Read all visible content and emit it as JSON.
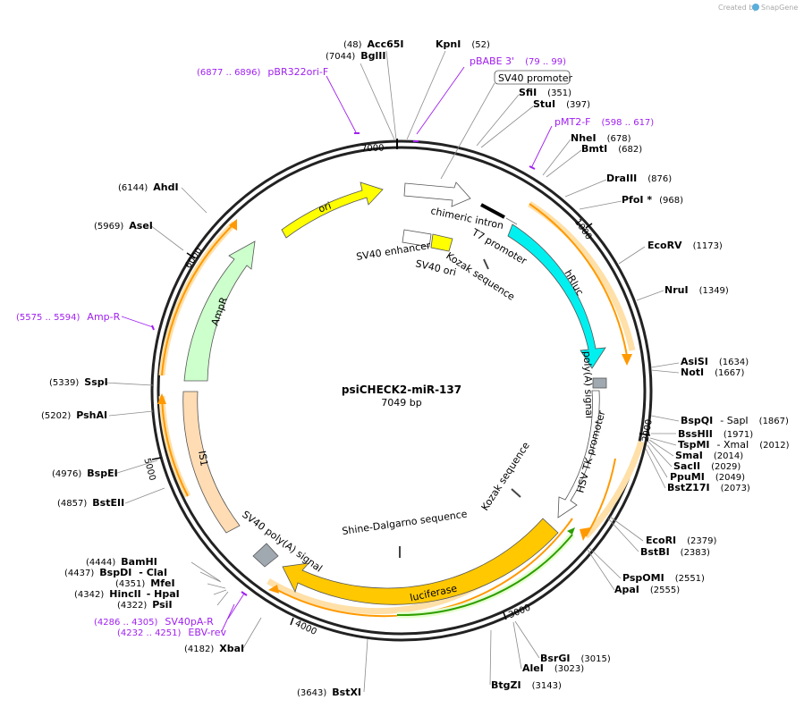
{
  "header": {
    "created_by": "Created by",
    "app_name": "SnapGene"
  },
  "plasmid": {
    "name": "psiCHECK2-miR-137",
    "size_label": "7049 bp"
  },
  "colors": {
    "backbone": "#222222",
    "hrluc": "#00f0f0",
    "luciferase": "#ffc800",
    "ori": "#ffff00",
    "ampr": "#ccffcc",
    "is1": "#ffdcb4",
    "sv40_polya": "#a0a8b0",
    "arrow_orange": "#ff9900",
    "green_orf": "#2e9e00",
    "primer": "#a020f0"
  },
  "ticks": [
    "1000",
    "2000",
    "3000",
    "4000",
    "5000",
    "6000",
    "7000"
  ],
  "sites": [
    {
      "name": "Acc65I",
      "pos": "(48)"
    },
    {
      "name": "BglII",
      "pos": "(7044)"
    },
    {
      "name": "KpnI",
      "pos": "(52)"
    },
    {
      "name": "SfiI",
      "pos": "(351)"
    },
    {
      "name": "StuI",
      "pos": "(397)"
    },
    {
      "name": "NheI",
      "pos": "(678)"
    },
    {
      "name": "BmtI",
      "pos": "(682)"
    },
    {
      "name": "DraIII",
      "pos": "(876)"
    },
    {
      "name": "PfoI *",
      "pos": "(968)"
    },
    {
      "name": "EcoRV",
      "pos": "(1173)"
    },
    {
      "name": "NruI",
      "pos": "(1349)"
    },
    {
      "name": "AsiSI",
      "pos": "(1634)"
    },
    {
      "name": "NotI",
      "pos": "(1667)"
    },
    {
      "name": "BspQI",
      "extra": "- SapI",
      "pos": "(1867)"
    },
    {
      "name": "BssHII",
      "pos": "(1971)"
    },
    {
      "name": "TspMI",
      "extra": "- XmaI",
      "pos": "(2012)"
    },
    {
      "name": "SmaI",
      "pos": "(2014)"
    },
    {
      "name": "SacII",
      "pos": "(2029)"
    },
    {
      "name": "PpuMI",
      "pos": "(2049)"
    },
    {
      "name": "BstZ17I",
      "pos": "(2073)"
    },
    {
      "name": "EcoRI",
      "pos": "(2379)"
    },
    {
      "name": "BstBI",
      "pos": "(2383)"
    },
    {
      "name": "PspOMI",
      "pos": "(2551)"
    },
    {
      "name": "ApaI",
      "pos": "(2555)"
    },
    {
      "name": "BsrGI",
      "pos": "(3015)"
    },
    {
      "name": "AleI",
      "pos": "(3023)"
    },
    {
      "name": "BtgZI",
      "pos": "(3143)"
    },
    {
      "name": "BstXI",
      "pos": "(3643)"
    },
    {
      "name": "XbaI",
      "pos": "(4182)"
    },
    {
      "name": "PsiI",
      "pos": "(4322)"
    },
    {
      "name": "HincII",
      "extra": "- HpaI",
      "pos": "(4342)"
    },
    {
      "name": "MfeI",
      "pos": "(4351)"
    },
    {
      "name": "BspDI",
      "extra": "- ClaI",
      "pos": "(4437)"
    },
    {
      "name": "BamHI",
      "pos": "(4444)"
    },
    {
      "name": "BstEII",
      "pos": "(4857)"
    },
    {
      "name": "BspEI",
      "pos": "(4976)"
    },
    {
      "name": "PshAI",
      "pos": "(5202)"
    },
    {
      "name": "SspI",
      "pos": "(5339)"
    },
    {
      "name": "AseI",
      "pos": "(5969)"
    },
    {
      "name": "AhdI",
      "pos": "(6144)"
    }
  ],
  "primers": [
    {
      "name": "pBR322ori-F",
      "range": "(6877 .. 6896)"
    },
    {
      "name": "pBABE 3'",
      "range": "(79 .. 99)"
    },
    {
      "name": "pMT2-F",
      "range": "(598 .. 617)"
    },
    {
      "name": "Amp-R",
      "range": "(5575 .. 5594)"
    },
    {
      "name": "SV40pA-R",
      "range": "(4286 .. 4305)"
    },
    {
      "name": "EBV-rev",
      "range": "(4232 .. 4251)"
    }
  ],
  "features": {
    "sv40_promoter": "SV40 promoter",
    "ori": "ori",
    "chimeric_intron": "chimeric intron",
    "t7_promoter": "T7 promoter",
    "sv40_enhancer": "SV40 enhancer",
    "sv40_ori": "SV40 ori",
    "kozak_top": "Kozak sequence",
    "hrluc": "hRluc",
    "polya_signal": "poly(A) signal",
    "hsv_tk_promoter": "HSV TK promoter",
    "kozak_right": "Kozak sequence",
    "shine_dalgarno": "Shine-Dalgarno sequence",
    "luciferase": "luciferase",
    "sv40_polya_signal": "SV40 poly(A) signal",
    "is1": "IS1",
    "ampr": "AmpR"
  }
}
